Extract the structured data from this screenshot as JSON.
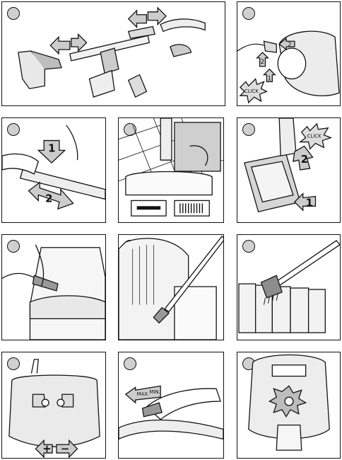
{
  "panels": [
    {
      "id": "p1",
      "arrow_labels": []
    },
    {
      "id": "p2",
      "arrow_labels": [
        "2",
        "2",
        "1"
      ],
      "click_text": "CLICK"
    },
    {
      "id": "p3",
      "arrow_labels": [
        "1",
        "2"
      ]
    },
    {
      "id": "p4",
      "arrow_labels": []
    },
    {
      "id": "p5",
      "arrow_labels": [
        "2",
        "1"
      ],
      "click_text": "CLICK"
    },
    {
      "id": "p6",
      "arrow_labels": []
    },
    {
      "id": "p7",
      "arrow_labels": []
    },
    {
      "id": "p8",
      "arrow_labels": []
    },
    {
      "id": "p9",
      "plus": "+",
      "minus": "−"
    },
    {
      "id": "p10",
      "max": "MAX.",
      "min": "MIN."
    },
    {
      "id": "p11",
      "arrow_labels": []
    }
  ],
  "colors": {
    "ink": "#111111",
    "arrow_fill": "#cccccc",
    "badge_fill": "#d0d0d0",
    "shade": "#9a9a9a"
  }
}
